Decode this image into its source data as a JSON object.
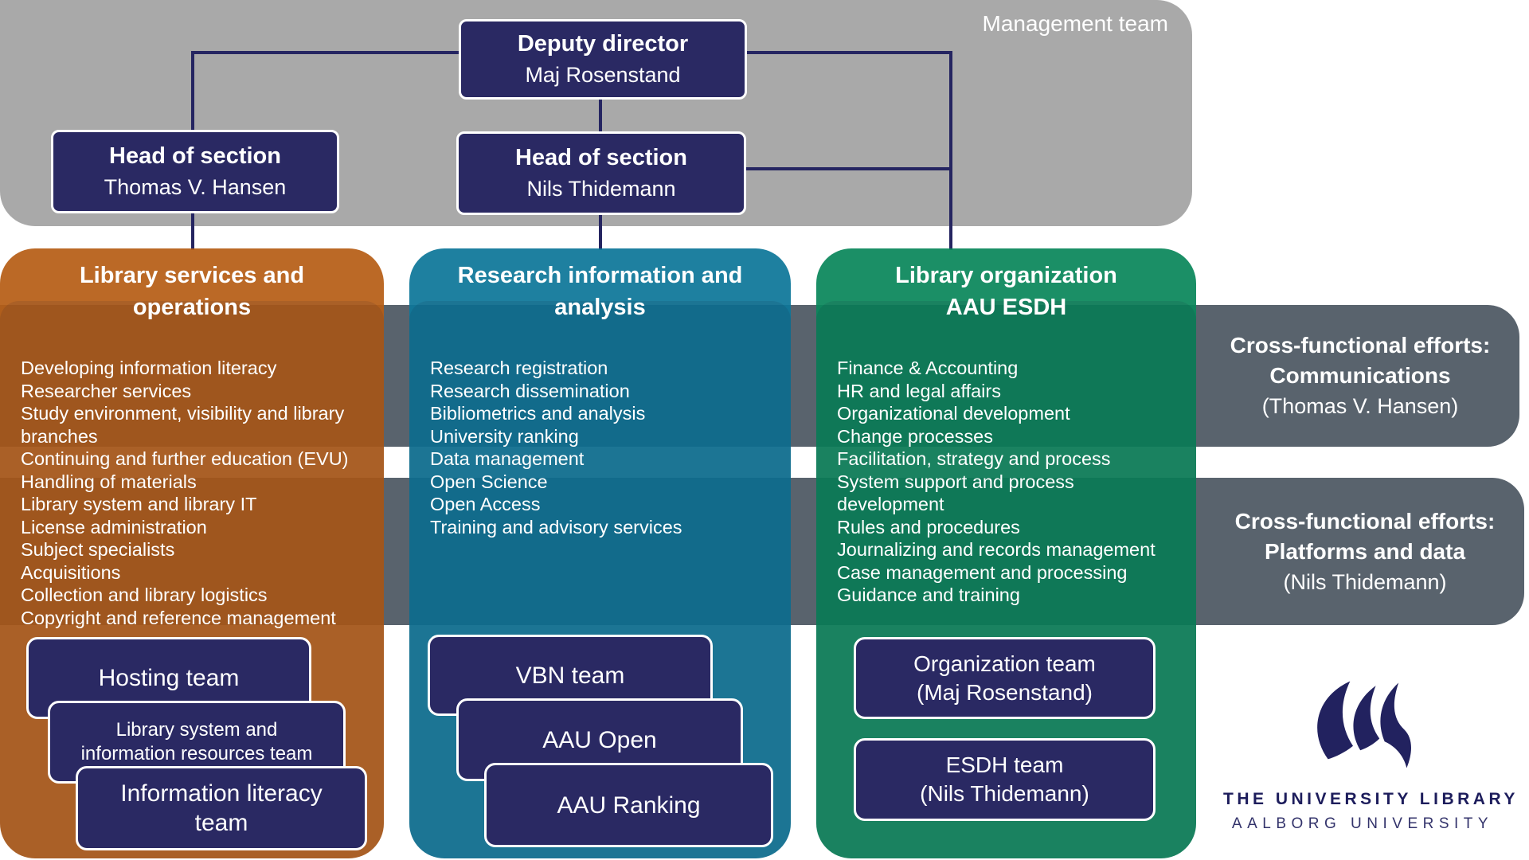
{
  "management": {
    "label": "Management team",
    "deputy": {
      "title": "Deputy director",
      "name": "Maj Rosenstand"
    },
    "heads": [
      {
        "title": "Head of section",
        "name": "Thomas V. Hansen"
      },
      {
        "title": "Head of section",
        "name": "Nils Thidemann"
      }
    ]
  },
  "columns": [
    {
      "title_lines": [
        "Library services and",
        "operations"
      ],
      "items": [
        "Developing information literacy",
        "Researcher services",
        "Study environment, visibility and library branches",
        "Continuing and further education (EVU)",
        "Handling of materials",
        "Library system and library IT",
        "License administration",
        "Subject specialists",
        "Acquisitions",
        "Collection and library logistics",
        "Copyright and reference management"
      ],
      "teams": [
        [
          "Hosting team"
        ],
        [
          "Library system and",
          "information resources team"
        ],
        [
          "Information literacy",
          "team"
        ]
      ]
    },
    {
      "title_lines": [
        "Research information and",
        "analysis"
      ],
      "items": [
        "Research registration",
        "Research dissemination",
        "Bibliometrics and analysis",
        "University ranking",
        "Data management",
        "Open Science",
        "Open Access",
        "Training and advisory services"
      ],
      "teams": [
        [
          "VBN team"
        ],
        [
          "AAU Open"
        ],
        [
          "AAU Ranking"
        ]
      ]
    },
    {
      "title_lines": [
        "Library organization",
        "AAU ESDH"
      ],
      "items": [
        "Finance & Accounting",
        "HR and legal affairs",
        "Organizational development",
        "Change processes",
        "Facilitation, strategy and process",
        "System support and process development",
        "Rules and procedures",
        "Journalizing and records management",
        "Case management and processing",
        "Guidance and training"
      ],
      "teams": [
        [
          "Organization team",
          "(Maj Rosenstand)"
        ],
        [
          "ESDH team",
          "(Nils Thidemann)"
        ]
      ]
    }
  ],
  "cross_functional": [
    {
      "title": "Cross-functional efforts:",
      "area": "Communications",
      "lead": "(Thomas V. Hansen)"
    },
    {
      "title": "Cross-functional efforts:",
      "area": "Platforms and data",
      "lead": "(Nils Thidemann)"
    }
  ],
  "logo": {
    "title": "THE UNIVERSITY LIBRARY",
    "subtitle": "AALBORG UNIVERSITY"
  },
  "colors": {
    "navy_box": "#2A2963",
    "connector_line": "#252561",
    "management_bg": "#A9A9A9",
    "cross_bar_bg": "#59636D",
    "column_orange": "#C0671E",
    "column_teal": "#1B81A1",
    "column_green": "#179162",
    "logo_navy": "#22225F"
  }
}
